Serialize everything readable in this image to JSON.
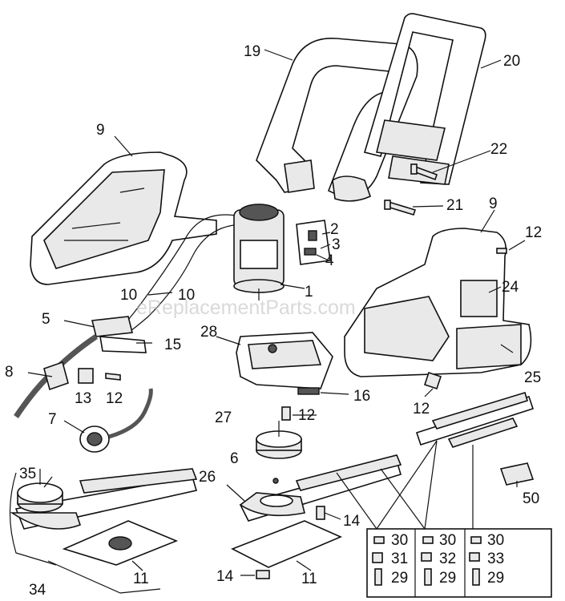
{
  "watermark": "eReplacementParts.com",
  "callouts": {
    "c1": "1",
    "c2": "2",
    "c3": "3",
    "c4": "4",
    "c5": "5",
    "c6": "6",
    "c7": "7",
    "c8": "8",
    "c9a": "9",
    "c9b": "9",
    "c10a": "10",
    "c10b": "10",
    "c11a": "11",
    "c11b": "11",
    "c12a": "12",
    "c12b": "12",
    "c12c": "12",
    "c12d": "12",
    "c13": "13",
    "c14a": "14",
    "c14b": "14",
    "c15": "15",
    "c16": "16",
    "c19": "19",
    "c20": "20",
    "c21": "21",
    "c22": "22",
    "c24": "24",
    "c25": "25",
    "c26": "26",
    "c27": "27",
    "c28": "28",
    "c29a": "29",
    "c29b": "29",
    "c29c": "29",
    "c30a": "30",
    "c30b": "30",
    "c30c": "30",
    "c31": "31",
    "c32": "32",
    "c33": "33",
    "c34": "34",
    "c35": "35",
    "c50": "50"
  }
}
